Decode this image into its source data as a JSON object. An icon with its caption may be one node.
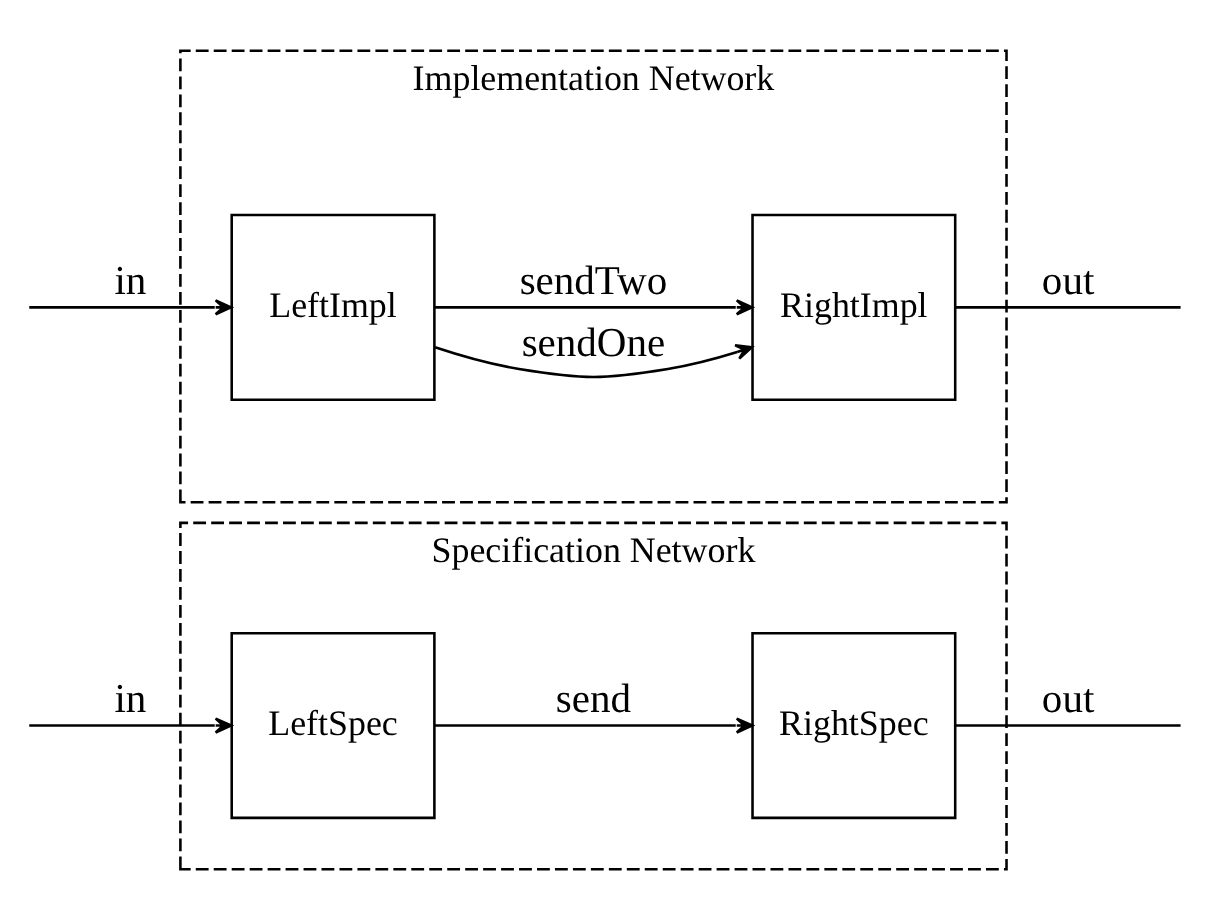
{
  "diagram": {
    "nodes": [
      {
        "text": [
          "Specification Network"
        ]
      },
      {
        "text": [
          "LeftSpec"
        ],
        "in": 0
      },
      {
        "text": [
          "RightSpec"
        ],
        "in": 0
      },
      {
        "text": [
          "Implementation Network"
        ]
      },
      {
        "text": [
          "LeftImpl"
        ],
        "in": 3
      },
      {
        "text": [
          "RightImpl"
        ],
        "in": 3
      }
    ],
    "edges": [
      {
        "from": null,
        "to": 1,
        "arrow": "to",
        "label": "in"
      },
      {
        "from": 1,
        "to": 2,
        "arrow": "to",
        "label": "send"
      },
      {
        "from": 2,
        "to": null,
        "arrow": "none",
        "label": "out"
      },
      {
        "from": null,
        "to": 4,
        "arrow": "to",
        "label": "in"
      },
      {
        "from": 4,
        "to": 5,
        "arrow": "to",
        "label": "sendOne"
      },
      {
        "from": 4,
        "to": 5,
        "arrow": "to",
        "label": "sendTwo"
      },
      {
        "from": 5,
        "to": null,
        "arrow": "none",
        "label": "out"
      }
    ]
  }
}
